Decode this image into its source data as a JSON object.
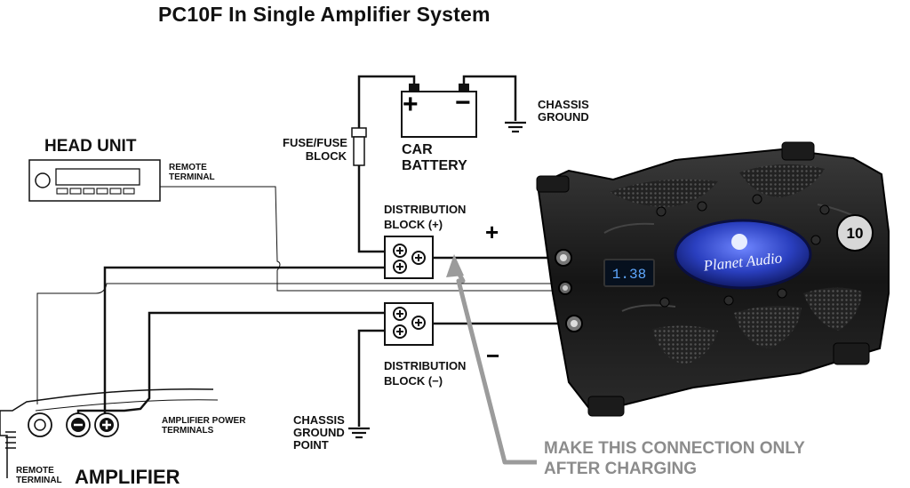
{
  "title": "PC10F In Single Amplifier System",
  "labels": {
    "head_unit": "HEAD UNIT",
    "remote_terminal_hu": "REMOTE TERMINAL",
    "fuse_block": "FUSE/FUSE BLOCK",
    "car_battery": "CAR BATTERY",
    "battery_plus": "+",
    "battery_minus": "−",
    "chassis_ground_top": "CHASSIS GROUND",
    "distribution_block_pos": "DISTRIBUTION BLOCK (+)",
    "distribution_block_neg": "DISTRIBUTION BLOCK (−)",
    "plus_sign": "+",
    "minus_sign": "−",
    "amp_power_terminals": "AMPLIFIER POWER TERMINALS",
    "chassis_ground_point": "CHASSIS GROUND POINT",
    "remote_terminal_amp": "REMOTE TERMINAL",
    "amplifier": "AMPLIFIER",
    "note": "MAKE THIS CONNECTION ONLY AFTER CHARGING"
  },
  "capacitor": {
    "brand": "Planet Audio",
    "display_value": "1.38",
    "badge": "10"
  },
  "colors": {
    "wire": "#111111",
    "note_arrow": "#9b9b9b",
    "capacitor_body": "#1a1a1a",
    "badge_blue": "#2a3fbf",
    "display_blue": "#5fa8ff"
  }
}
